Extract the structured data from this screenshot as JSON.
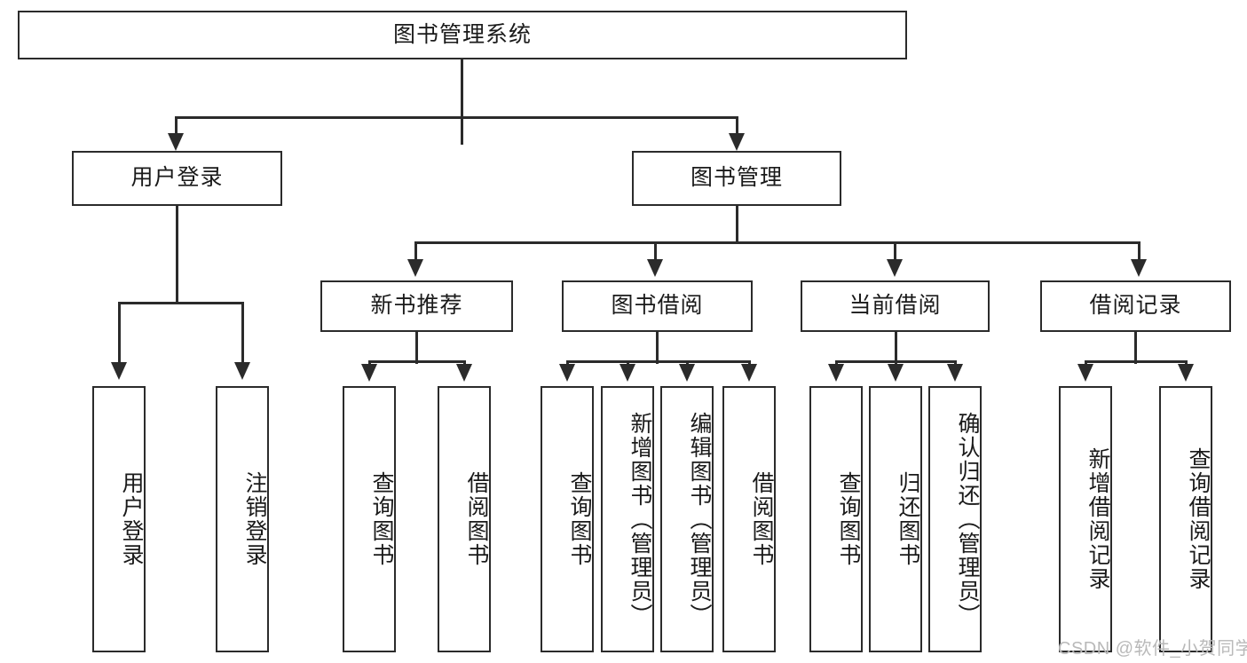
{
  "diagram": {
    "title": "图书管理系统",
    "tier2": [
      {
        "id": "user-login",
        "label": "用户登录"
      },
      {
        "id": "book-management",
        "label": "图书管理"
      }
    ],
    "tier3": [
      {
        "id": "new-book-recommend",
        "label": "新书推荐"
      },
      {
        "id": "book-borrow",
        "label": "图书借阅"
      },
      {
        "id": "current-borrow",
        "label": "当前借阅"
      },
      {
        "id": "borrow-record",
        "label": "借阅记录"
      }
    ],
    "leaves": {
      "user_login": [
        {
          "id": "leaf-user-login",
          "label": "用户登录"
        },
        {
          "id": "leaf-logout-login",
          "label": "注销登录"
        }
      ],
      "new_book_recommend": [
        {
          "id": "leaf-query-book-1",
          "label": "查询图书"
        },
        {
          "id": "leaf-borrow-book-1",
          "label": "借阅图书"
        }
      ],
      "book_borrow": [
        {
          "id": "leaf-query-book-2",
          "label": "查询图书"
        },
        {
          "id": "leaf-add-book",
          "label": "新增图书（管理员）"
        },
        {
          "id": "leaf-edit-book",
          "label": "编辑图书（管理员）"
        },
        {
          "id": "leaf-borrow-book-2",
          "label": "借阅图书"
        }
      ],
      "current_borrow": [
        {
          "id": "leaf-query-book-3",
          "label": "查询图书"
        },
        {
          "id": "leaf-return-book",
          "label": "归还图书"
        },
        {
          "id": "leaf-confirm-return",
          "label": "确认归还（管理员）"
        }
      ],
      "borrow_record": [
        {
          "id": "leaf-add-record",
          "label": "新增借阅记录"
        },
        {
          "id": "leaf-query-record",
          "label": "查询借阅记录"
        }
      ]
    }
  },
  "watermark": {
    "text": "CSDN @软件_小贺同学"
  },
  "colors": {
    "stroke": "#2b2b2b",
    "text": "#1a1a1a",
    "background": "#ffffff",
    "watermark": "#b9b9b9"
  }
}
